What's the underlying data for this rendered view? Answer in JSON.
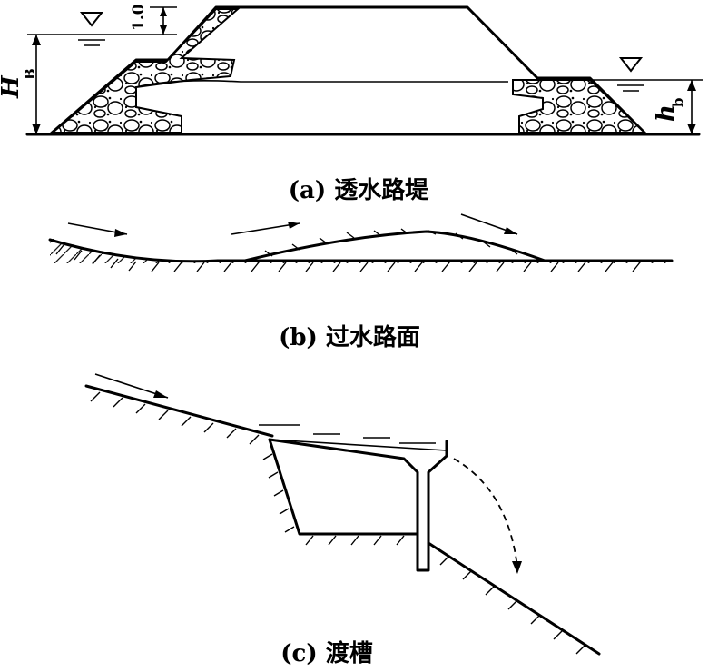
{
  "panel_a": {
    "caption": "(a) 透水路堤",
    "label_hb_upstream": "H",
    "label_hb_upstream_sub": "B",
    "label_hb_downstream": "h",
    "label_hb_downstream_sub": "b",
    "freeboard": "1.0"
  },
  "panel_b": {
    "caption": "(b) 过水路面"
  },
  "panel_c": {
    "caption": "(c) 渡槽"
  }
}
